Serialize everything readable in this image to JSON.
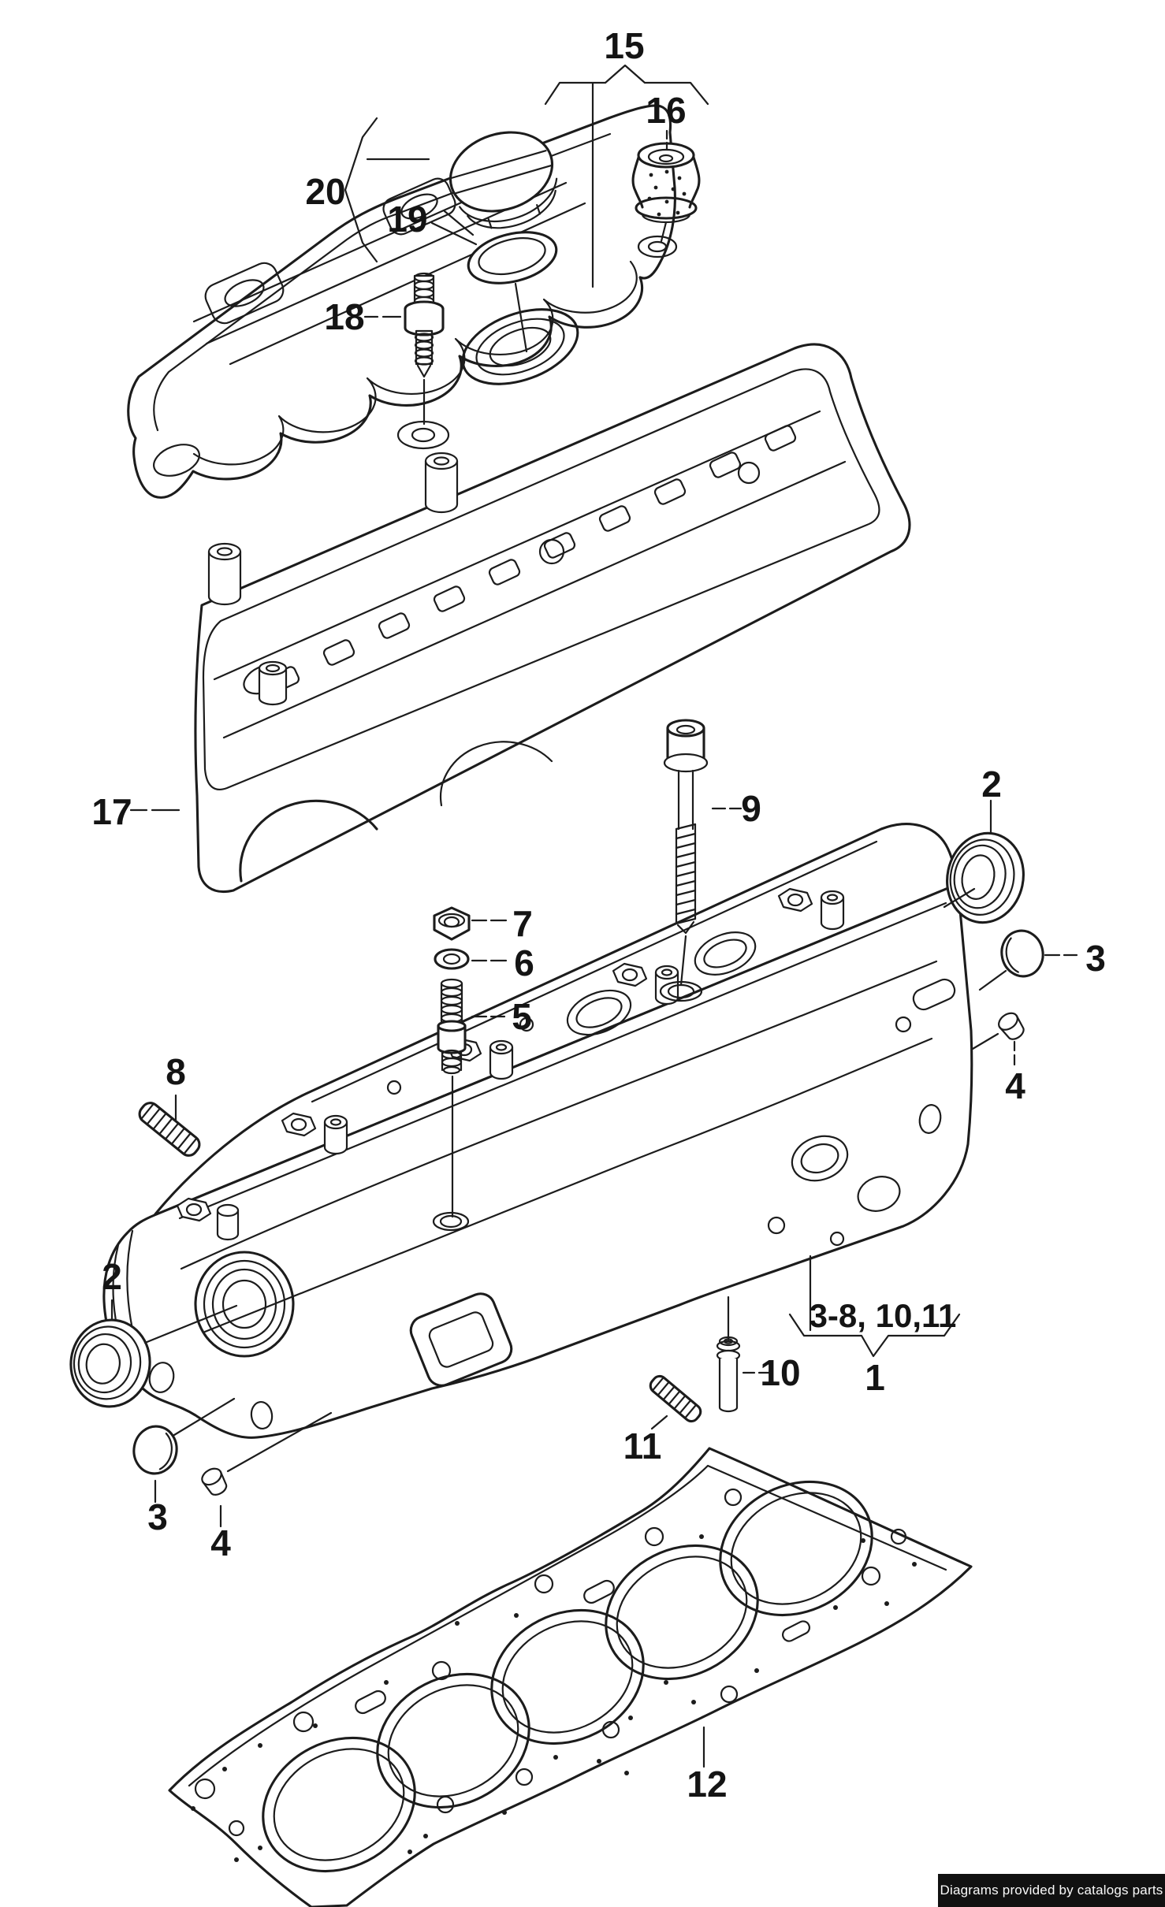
{
  "diagram": {
    "background": "#ffffff",
    "line_color": "#1c1c1c",
    "callouts": [
      {
        "ref": "15"
      },
      {
        "ref": "16"
      },
      {
        "ref": "20"
      },
      {
        "ref": "19"
      },
      {
        "ref": "18"
      },
      {
        "ref": "17"
      },
      {
        "ref": "9"
      },
      {
        "ref": "2"
      },
      {
        "ref": "3"
      },
      {
        "ref": "4"
      },
      {
        "ref": "7"
      },
      {
        "ref": "6"
      },
      {
        "ref": "5"
      },
      {
        "ref": "8"
      },
      {
        "ref": "2"
      },
      {
        "ref": "3"
      },
      {
        "ref": "4"
      },
      {
        "ref": "10"
      },
      {
        "ref": "11"
      },
      {
        "ref": "1"
      },
      {
        "ref": "12"
      },
      {
        "ref": "3-8, 10,11"
      }
    ],
    "footer": {
      "text": "Diagrams provided by catalogs parts",
      "background": "#111111",
      "color": "#fafafa"
    }
  }
}
